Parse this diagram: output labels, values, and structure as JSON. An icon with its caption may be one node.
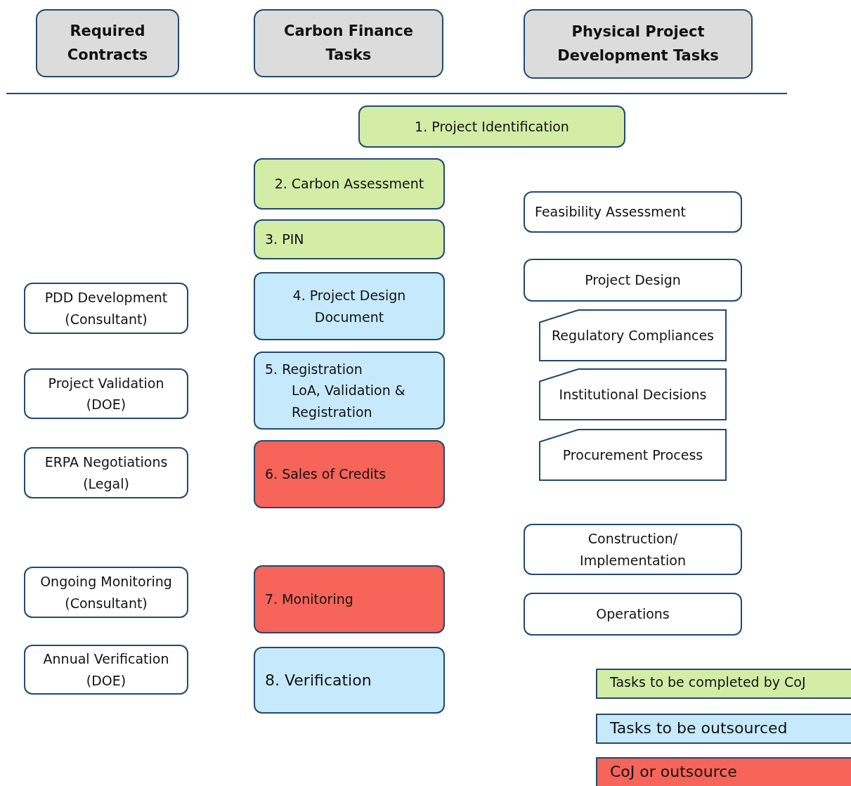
{
  "diagram": {
    "nodes": [
      {
        "text": [
          "Required Contracts"
        ]
      },
      {
        "text": [
          "Carbon Finance Tasks"
        ]
      },
      {
        "text": [
          "Physical Project Development Tasks"
        ]
      },
      {
        "text": [
          "1. Project Identification"
        ]
      },
      {
        "text": [
          "2. Carbon Assessment"
        ]
      },
      {
        "text": [
          "Feasibility Assessment"
        ]
      },
      {
        "text": [
          "3. PIN"
        ]
      },
      {
        "text": [
          "Project Design"
        ]
      },
      {
        "text": [
          "PDD Development (Consultant)"
        ]
      },
      {
        "text": [
          "4. Project Design Document"
        ]
      },
      {
        "text": [
          "Regulatory Compliances"
        ]
      },
      {
        "text": [
          "5. Registration",
          "LoA, Validation & Registration"
        ]
      },
      {
        "text": [
          "Institutional Decisions"
        ]
      },
      {
        "text": [
          "Project Validation (DOE)"
        ]
      },
      {
        "text": [
          "Procurement Process"
        ]
      },
      {
        "text": [
          "ERPA Negotiations (Legal)"
        ]
      },
      {
        "text": [
          "6. Sales of Credits"
        ]
      },
      {
        "text": [
          "Construction/ Implementation"
        ]
      },
      {
        "text": [
          "Ongoing Monitoring (Consultant)"
        ]
      },
      {
        "text": [
          "7. Monitoring"
        ]
      },
      {
        "text": [
          "Operations"
        ]
      },
      {
        "text": [
          "Annual Verification (DOE)"
        ]
      },
      {
        "text": [
          "8. Verification"
        ]
      }
    ],
    "legend": [
      {
        "text": "Tasks to be completed by CoJ",
        "color": "#d3eda7"
      },
      {
        "text": "Tasks to be outsourced",
        "color": "#c6e9fb"
      },
      {
        "text": "CoJ or outsource",
        "color": "#f6645a"
      }
    ]
  }
}
